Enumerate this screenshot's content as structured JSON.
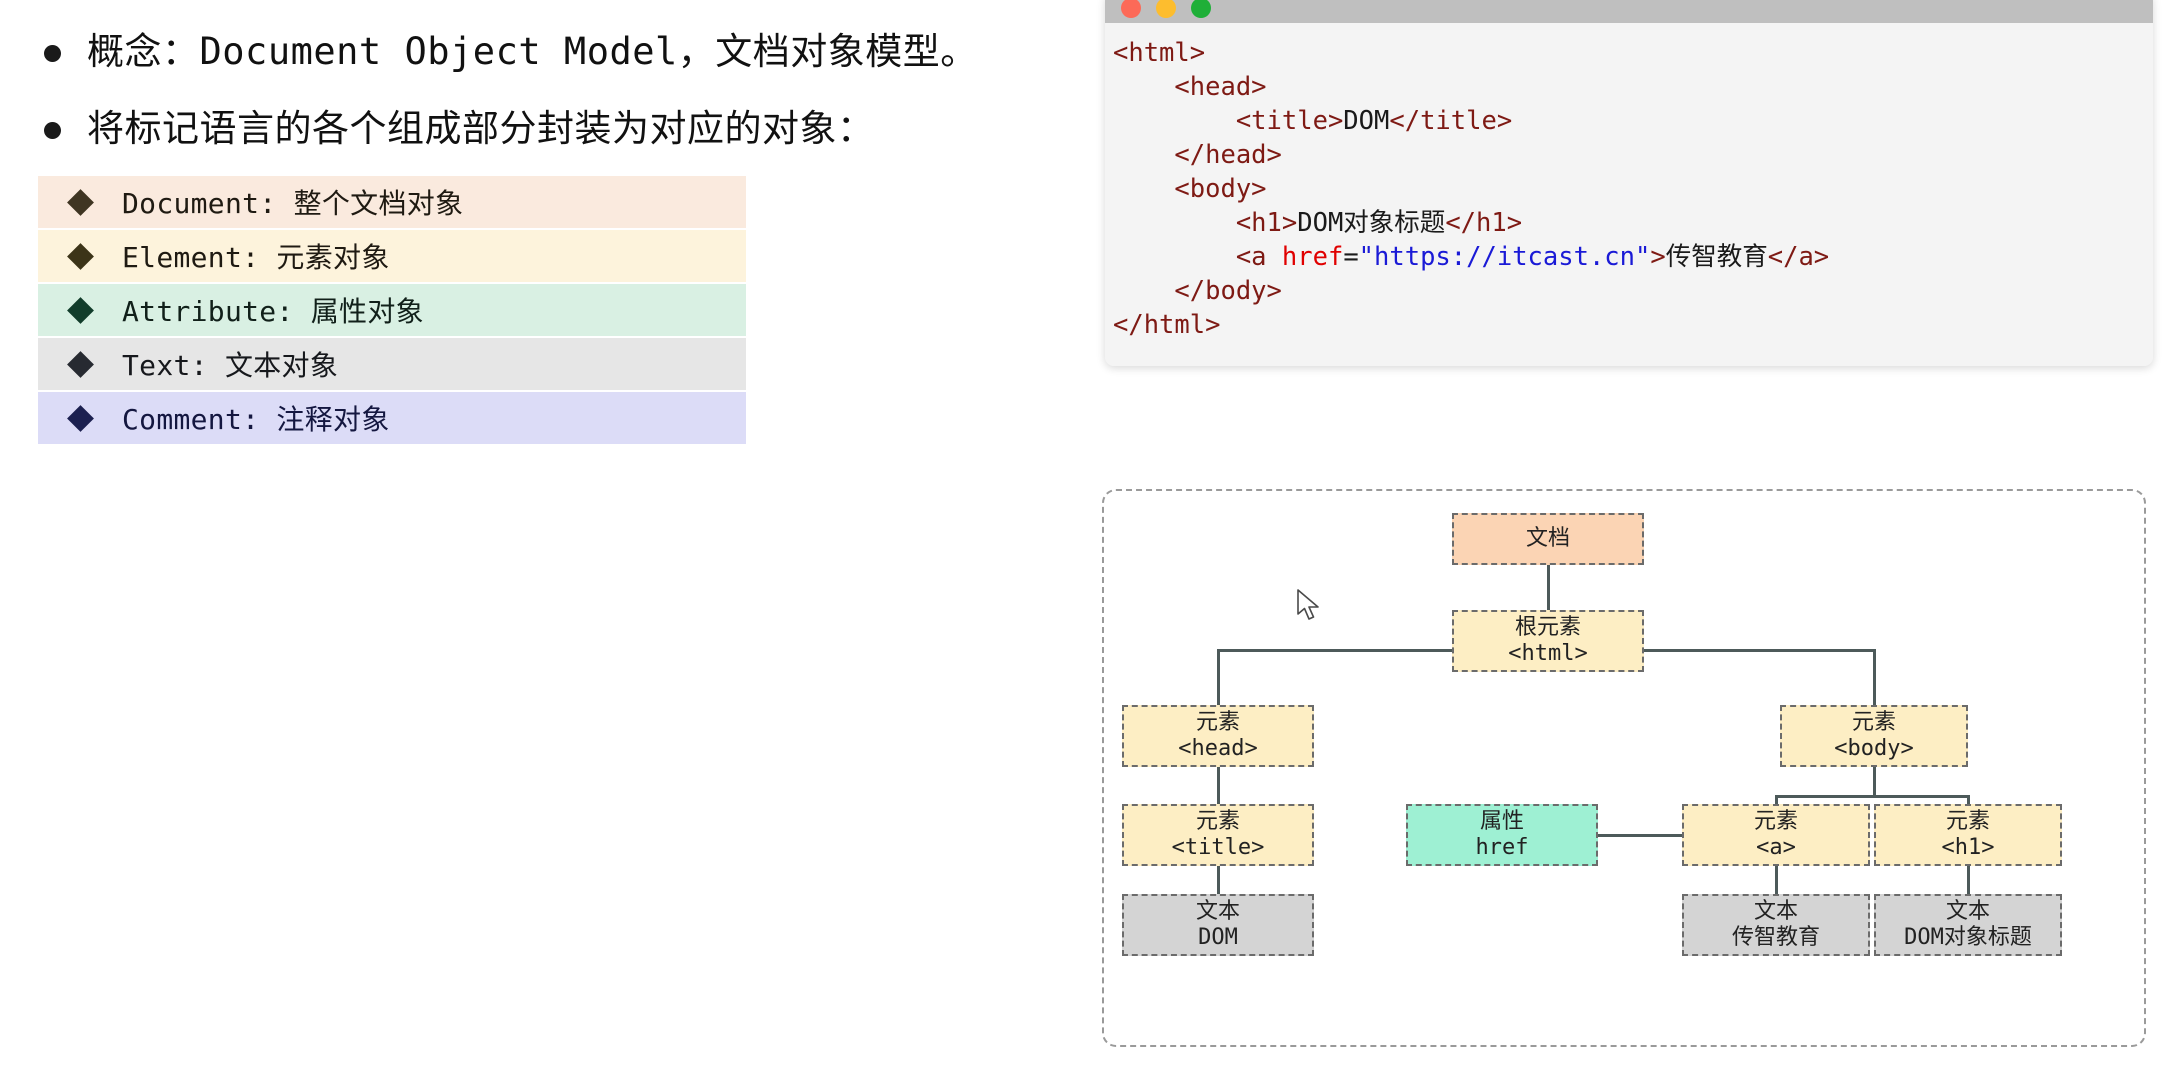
{
  "slide": {
    "bullets": [
      {
        "text": "概念：Document Object Model，文档对象模型。"
      },
      {
        "text": "将标记语言的各个组成部分封装为对应的对象："
      }
    ],
    "items": [
      {
        "label": "Document: 整个文档对象",
        "bg": "#faeade",
        "diamond": "#3f3522",
        "text": "#1f1a12"
      },
      {
        "label": "Element: 元素对象",
        "bg": "#fdf3dc",
        "diamond": "#3c3418",
        "text": "#1f1a12"
      },
      {
        "label": "Attribute: 属性对象",
        "bg": "#d9f0e3",
        "diamond": "#123d2b",
        "text": "#11201a"
      },
      {
        "label": "Text: 文本对象",
        "bg": "#e6e6e6",
        "diamond": "#272a31",
        "text": "#16181c"
      },
      {
        "label": "Comment: 注释对象",
        "bg": "#dcdcf7",
        "diamond": "#1c2050",
        "text": "#141740"
      }
    ]
  },
  "code_window": {
    "traffic_lights": [
      {
        "name": "close-dot",
        "color": "#fc6a58"
      },
      {
        "name": "minimize-dot",
        "color": "#fdbd2e"
      },
      {
        "name": "maximize-dot",
        "color": "#1faf38"
      }
    ],
    "lines": [
      {
        "indent": 0,
        "text": "<html>"
      },
      {
        "indent": 1,
        "text": "<head>"
      },
      {
        "indent": 2,
        "text": "<title>DOM</title>"
      },
      {
        "indent": 1,
        "text": "</head>"
      },
      {
        "indent": 1,
        "text": "<body>"
      },
      {
        "indent": 2,
        "text": "<h1>DOM对象标题</h1>"
      },
      {
        "indent": 2,
        "text": "<a href=\"https://itcast.cn\">传智教育</a>"
      },
      {
        "indent": 1,
        "text": "</body>"
      },
      {
        "indent": 0,
        "text": "</html>"
      }
    ],
    "syntax_colors": {
      "tag": "#7e1a14",
      "attribute_name": "#e00000",
      "attribute_value": "#1a1ad6",
      "text_content": "#1a1a1a",
      "background": "#f4f4f4",
      "titlebar": "#bfbfbf"
    }
  },
  "dom_tree": {
    "nodes": [
      {
        "id": "document",
        "kind": "document",
        "line1": "文档",
        "line2": "",
        "color": "#fbd4b4"
      },
      {
        "id": "html",
        "kind": "element",
        "line1": "根元素",
        "line2": "<html>",
        "color": "#fdeec4"
      },
      {
        "id": "head",
        "kind": "element",
        "line1": "元素",
        "line2": "<head>",
        "color": "#fdeec4"
      },
      {
        "id": "body",
        "kind": "element",
        "line1": "元素",
        "line2": "<body>",
        "color": "#fdeec4"
      },
      {
        "id": "title",
        "kind": "element",
        "line1": "元素",
        "line2": "<title>",
        "color": "#fdeec4"
      },
      {
        "id": "href",
        "kind": "attribute",
        "line1": "属性",
        "line2": "href",
        "color": "#9ef0d3"
      },
      {
        "id": "a",
        "kind": "element",
        "line1": "元素",
        "line2": "<a>",
        "color": "#fdeec4"
      },
      {
        "id": "h1",
        "kind": "element",
        "line1": "元素",
        "line2": "<h1>",
        "color": "#fdeec4"
      },
      {
        "id": "text-dom",
        "kind": "text",
        "line1": "文本",
        "line2": "DOM",
        "color": "#d4d4d4"
      },
      {
        "id": "text-ict",
        "kind": "text",
        "line1": "文本",
        "line2": "传智教育",
        "color": "#d4d4d4"
      },
      {
        "id": "text-h1",
        "kind": "text",
        "line1": "文本",
        "line2": "DOM对象标题",
        "color": "#d4d4d4"
      }
    ],
    "edges": [
      [
        "document",
        "html"
      ],
      [
        "html",
        "head"
      ],
      [
        "html",
        "body"
      ],
      [
        "head",
        "title"
      ],
      [
        "title",
        "text-dom"
      ],
      [
        "body",
        "a"
      ],
      [
        "body",
        "h1"
      ],
      [
        "a",
        "href"
      ],
      [
        "a",
        "text-ict"
      ],
      [
        "h1",
        "text-h1"
      ]
    ]
  }
}
